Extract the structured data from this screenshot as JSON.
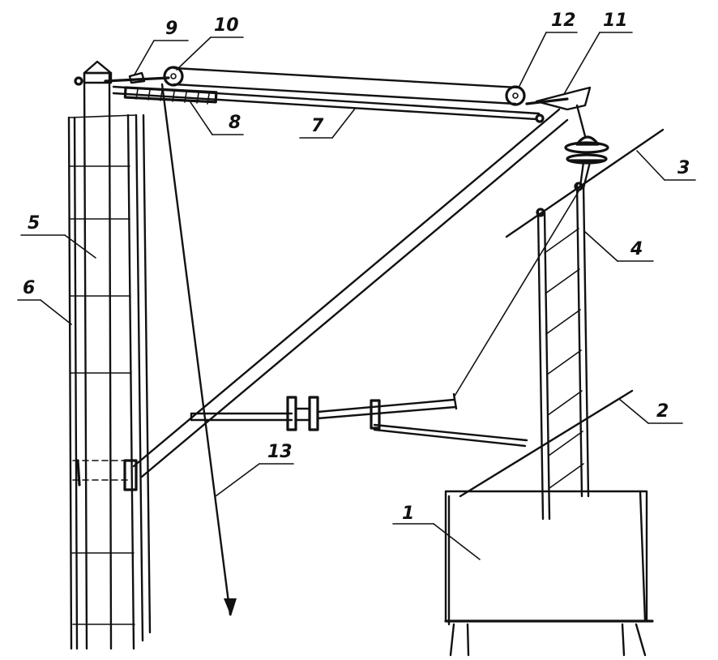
{
  "labels": {
    "l1": "1",
    "l2": "2",
    "l3": "3",
    "l4": "4",
    "l5": "5",
    "l6": "6",
    "l7": "7",
    "l8": "8",
    "l9": "9",
    "l10": "10",
    "l11": "11",
    "l12": "12",
    "l13": "13"
  },
  "colors": {
    "ink": "#111111",
    "background": "#ffffff"
  }
}
